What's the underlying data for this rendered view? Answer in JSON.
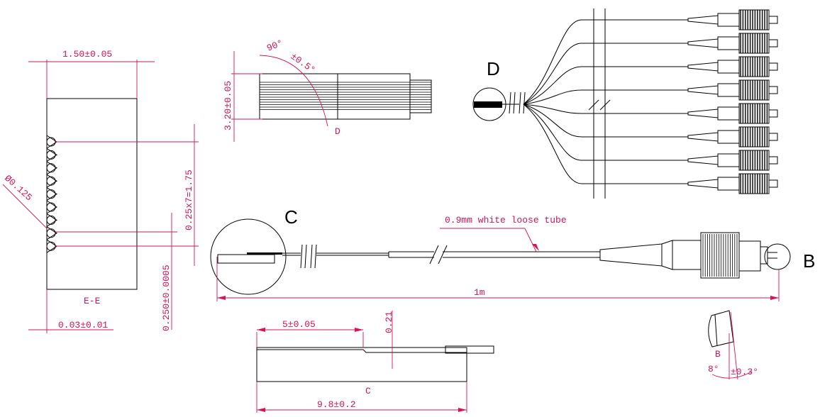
{
  "colors": {
    "dimension": "#d4145a",
    "ink": "#000000",
    "background": "#ffffff"
  },
  "section_ee": {
    "label": "E-E",
    "width_dim": "1.50±0.05",
    "pitch_dim": "0.25x7=1.75",
    "hole_dim": "Ø0.125",
    "offset_dim": "0.250±0.0005",
    "edge_dim": "0.03±0.01"
  },
  "view_d_top": {
    "height_dim": "3.20±0.05",
    "angle_dim": "90°",
    "angle_tol": "±0.5°",
    "label": "D"
  },
  "fanout": {
    "callout_letter": "D",
    "channel_count": 8
  },
  "pigtail": {
    "detail_c_letter": "C",
    "detail_b_letter": "B",
    "tube_label": "0.9mm white loose tube",
    "length_dim": "1m"
  },
  "view_c_side": {
    "length_5_dim": "5±0.05",
    "thick_dim": "0.21",
    "label": "C",
    "total_dim": "9.8±0.2"
  },
  "view_b": {
    "label": "B",
    "angle_dim": "8°",
    "angle_tol": "±0.3°"
  }
}
